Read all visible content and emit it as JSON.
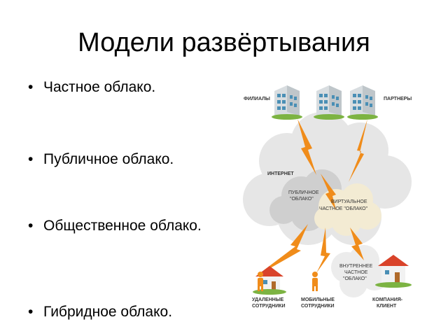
{
  "slide": {
    "title": "Модели развёртывания",
    "bullets": [
      "Частное облако.",
      "Публичное облако.",
      "Общественное облако.",
      "Гибридное облако."
    ]
  },
  "diagram": {
    "labels": {
      "branches": "ФИЛИАЛЫ",
      "partners": "ПАРТНЕРЫ",
      "internet": "ИНТЕРНЕТ",
      "public_cloud_1": "ПУБЛИЧНОЕ",
      "public_cloud_2": "\"ОБЛАКО\"",
      "virtual_private_1": "ВИРТУАЛЬНОЕ",
      "virtual_private_2": "ЧАСТНОЕ \"ОБЛАКО\"",
      "internal_cloud_1": "ВНУТРЕННЕЕ",
      "internal_cloud_2": "ЧАСТНОЕ",
      "internal_cloud_3": "\"ОБЛАКО\"",
      "remote_1": "УДАЛЕННЫЕ",
      "remote_2": "СОТРУДНИКИ",
      "mobile_1": "МОБИЛЬНЫЕ",
      "mobile_2": "СОТРУДНИКИ",
      "client_1": "КОМПАНИЯ-",
      "client_2": "КЛИЕНТ"
    },
    "colors": {
      "cloud": "#e4e4e4",
      "cloud_dark": "#c8c8c8",
      "inner_cloud": "#f4ecd6",
      "lightning": "#f08c1a",
      "building": "#d8dde0",
      "window": "#4a8fb5",
      "roof": "#d9432a",
      "person": "#f08c1a",
      "grass": "#7cb342"
    }
  }
}
